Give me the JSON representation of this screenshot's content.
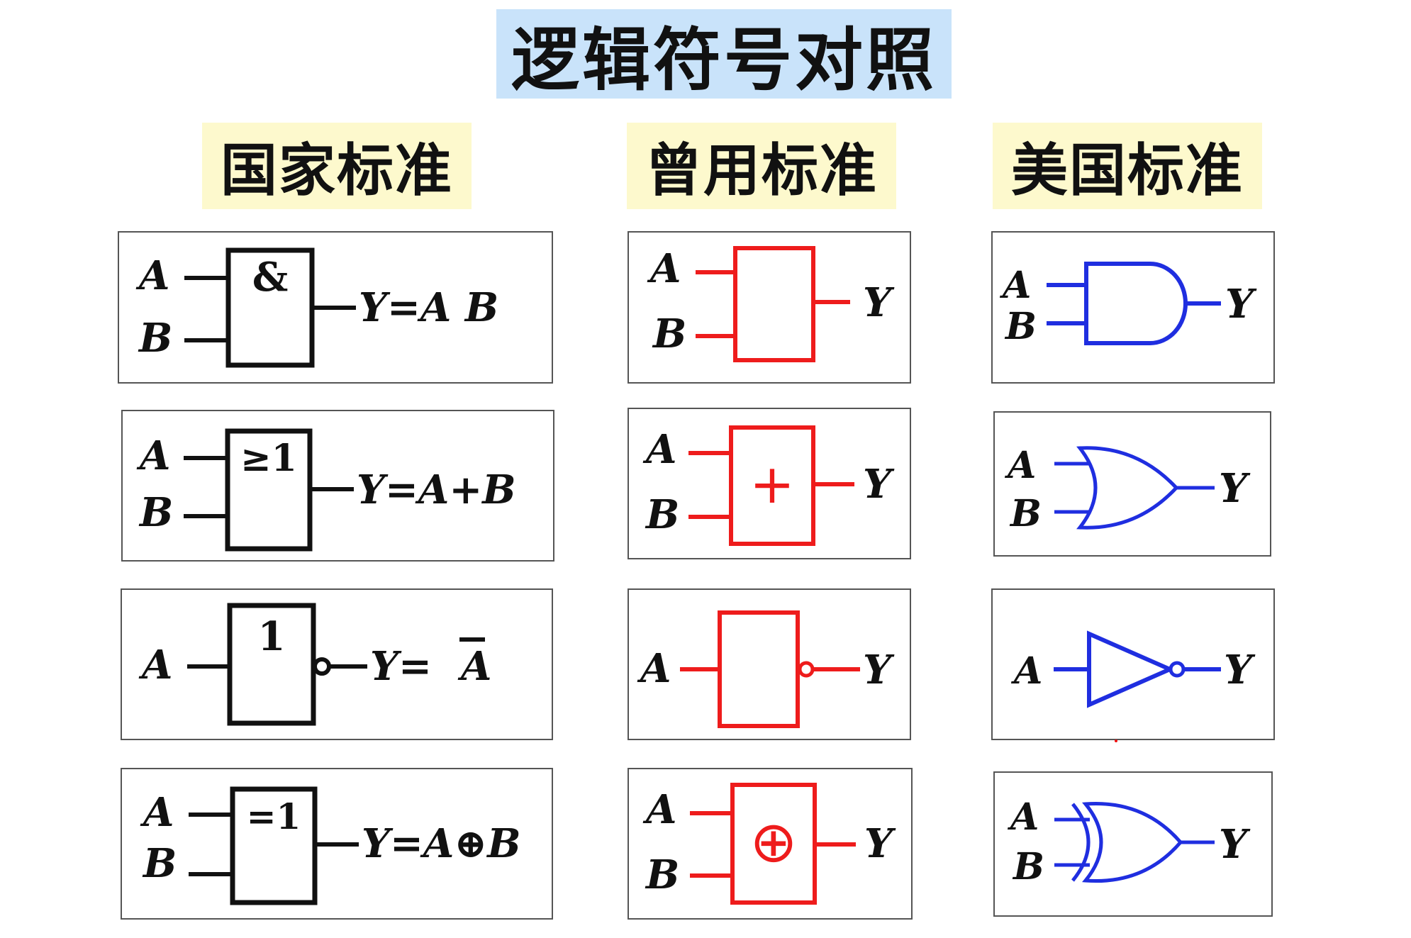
{
  "title": "逻辑符号对照",
  "headers": {
    "national": "国家标准",
    "former": "曾用标准",
    "american": "美国标准"
  },
  "labels": {
    "a": "A",
    "b": "B",
    "y": "Y"
  },
  "national_rows": {
    "and": {
      "symbol": "&",
      "expr": "Y=A B"
    },
    "or": {
      "symbol": "≥1",
      "expr": "Y=A+B"
    },
    "not": {
      "symbol": "1",
      "expr_prefix": "Y=",
      "expr_var": "A"
    },
    "xor": {
      "symbol": "=1",
      "expr": "Y=A⊕B"
    }
  },
  "former_rows": {
    "or_symbol": "+",
    "xor_symbol": "⊕"
  },
  "colors": {
    "national": "#111111",
    "former": "#ee1c1c",
    "american": "#1f2ee0",
    "title_bg": "#c9e3fa",
    "header_bg": "#fdf9cd"
  }
}
